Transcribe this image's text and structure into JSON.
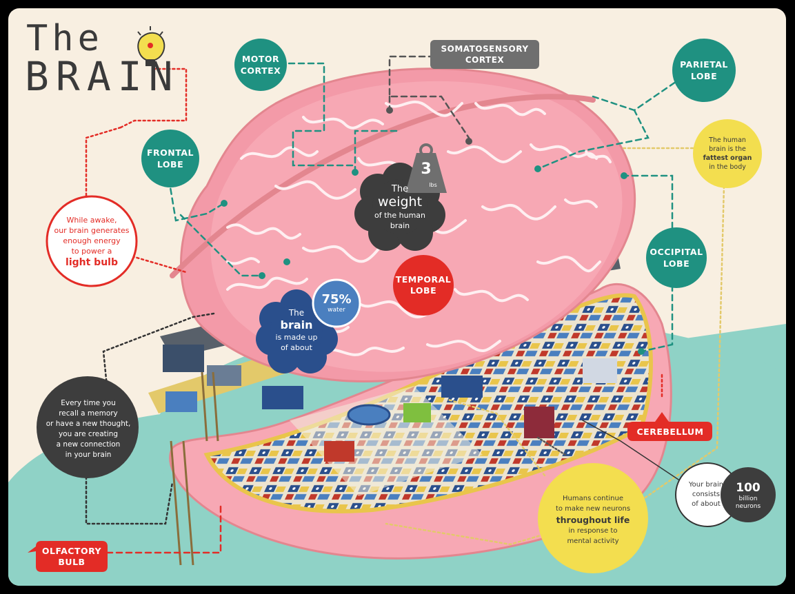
{
  "title": {
    "line1": "The",
    "line2": "BRAIN"
  },
  "labels": {
    "motor_cortex": [
      "MOTOR",
      "CORTEX"
    ],
    "somatosensory_cortex": [
      "SOMATOSENSORY",
      "CORTEX"
    ],
    "parietal_lobe": [
      "PARIETAL",
      "LOBE"
    ],
    "frontal_lobe": [
      "FRONTAL",
      "LOBE"
    ],
    "occipital_lobe": [
      "OCCIPITAL",
      "LOBE"
    ],
    "temporal_lobe": [
      "TEMPORAL",
      "LOBE"
    ],
    "cerebellum": [
      "CEREBELLUM"
    ],
    "olfactory_bulb": [
      "OLFACTORY",
      "BULB"
    ]
  },
  "facts": {
    "light_bulb": [
      "While awake,",
      "our brain generates",
      "enough energy",
      "to power a",
      "light bulb"
    ],
    "weight": {
      "lines": [
        "The",
        "weight",
        "of the human",
        "brain"
      ],
      "value": "3",
      "unit": "lbs"
    },
    "water": {
      "lines": [
        "The",
        "brain",
        "is made up",
        "of about"
      ],
      "percent": "75%",
      "unit": "water"
    },
    "fattest_organ": [
      "The human",
      "brain is the",
      "fattest organ",
      "in the body"
    ],
    "memory": [
      "Every time you",
      "recall a memory",
      "or have a new thought,",
      "you are creating",
      "a new connection",
      "in your brain"
    ],
    "neurons_life": [
      "Humans continue",
      "to make new neurons",
      "throughout life",
      "in response to",
      "mental activity"
    ],
    "neurons_count": {
      "lines": [
        "Your brain",
        "consists",
        "of about"
      ],
      "value": "100",
      "unit_lines": [
        "billion",
        "neurons"
      ]
    }
  },
  "colors": {
    "background": "#f8efe1",
    "brain_pink": "#f7a8b4",
    "teal": "#1f9181",
    "red": "#e32c26",
    "dark": "#3d3d3d",
    "yellow": "#f3de4f",
    "navy": "#2a4f8c",
    "ground_teal": "#8fd2c6"
  },
  "icons": [
    "light-bulb-icon",
    "weight-icon"
  ]
}
